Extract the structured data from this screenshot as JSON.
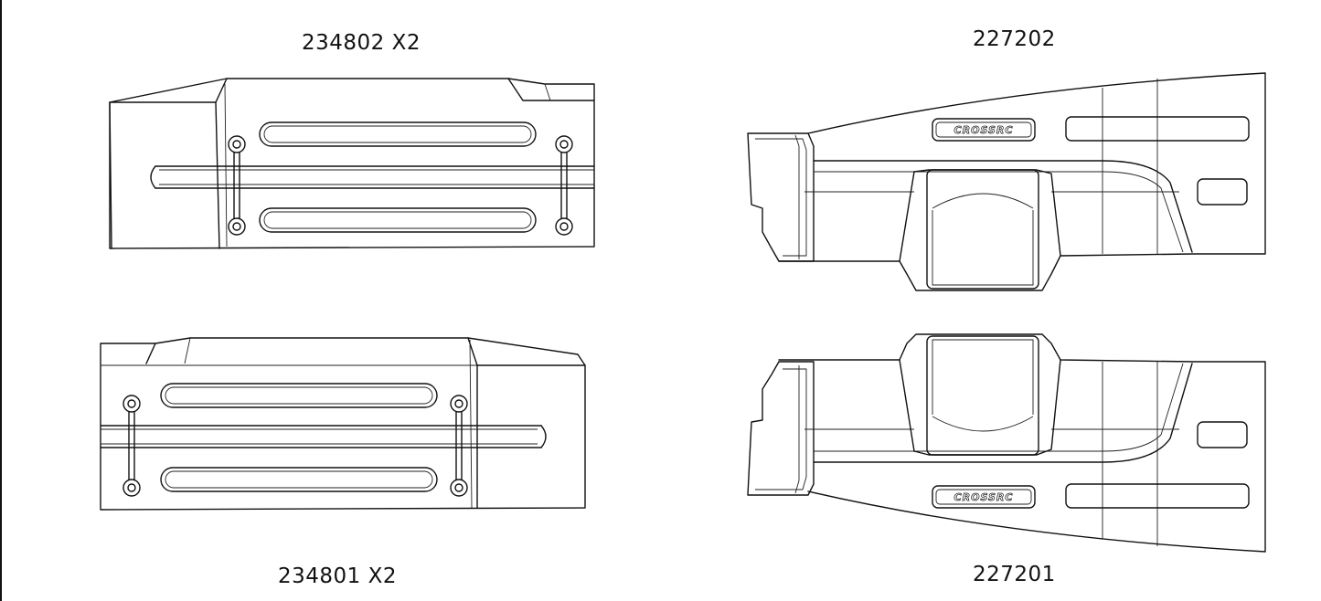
{
  "parts": {
    "top_left": {
      "label": "234802 X2"
    },
    "bottom_left": {
      "label": "234801 X2"
    },
    "top_right": {
      "label": "227202",
      "logo": "CROSSRC"
    },
    "bottom_right": {
      "label": "227201",
      "logo": "CROSSRC"
    }
  }
}
